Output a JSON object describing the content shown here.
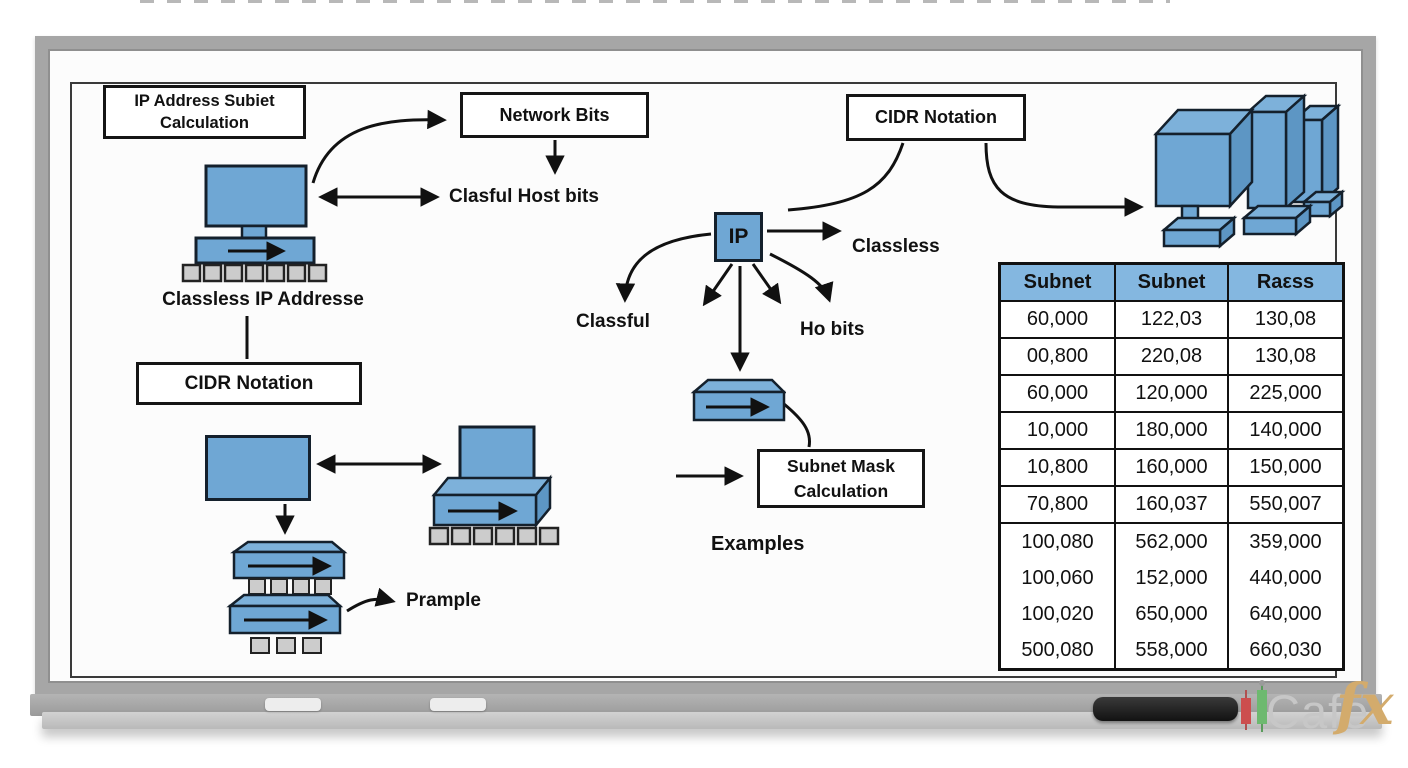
{
  "board": {
    "labels": {
      "title": "IP Address Subiet Calculation",
      "network_bits": "Network Bits",
      "cidr_top": "CIDR Notation",
      "cidr_left": "CIDR Notation",
      "clasful_host_bits": "Clasful Host bits",
      "classless_ip": "Classless IP Addresse",
      "ip": "IP",
      "classful": "Classful",
      "classless": "Classless",
      "ho_bits": "Ho bits",
      "subnet_mask": "Subnet Mask Calculation",
      "examples": "Examples",
      "prample": "Prample"
    },
    "table": {
      "headers": [
        "Subnet",
        "Subnet",
        "Raεss"
      ],
      "rows": [
        [
          "60,000",
          "122,03",
          "130,08"
        ],
        [
          "00,800",
          "220,08",
          "130,08"
        ],
        [
          "60,000",
          "120,000",
          "225,000"
        ],
        [
          "10,000",
          "180,000",
          "140,000"
        ],
        [
          "10,800",
          "160,000",
          "150,000"
        ],
        [
          "70,800",
          "160,037",
          "550,007"
        ]
      ],
      "group_rows": [
        [
          "100,080",
          "562,000",
          "359,000"
        ],
        [
          "100,060",
          "152,000",
          "440,000"
        ],
        [
          "100,020",
          "650,000",
          "640,000"
        ],
        [
          "500,080",
          "558,000",
          "660,030"
        ]
      ]
    },
    "logo": {
      "cafe": "Cafe",
      "fx": "fx"
    },
    "icons": {
      "computer_top_left": "desktop-computer-icon",
      "computer_mid": "desktop-computer-icon",
      "monitor_plain": "monitor-icon",
      "router_mid": "router-icon",
      "router_left_1": "router-icon",
      "router_left_2": "router-icon",
      "server_stack": "server-stack-icon",
      "marker": "whiteboard-marker-icon",
      "candlesticks": "candlestick-chart-icon"
    },
    "colors": {
      "icon_blue": "#6fa7d4",
      "table_header_blue": "#84b7e0",
      "frame_grey": "#a6a6a6",
      "logo_gold": "#d3ab6c",
      "candle_red": "#cc4e4e",
      "candle_green": "#6db96f"
    }
  }
}
